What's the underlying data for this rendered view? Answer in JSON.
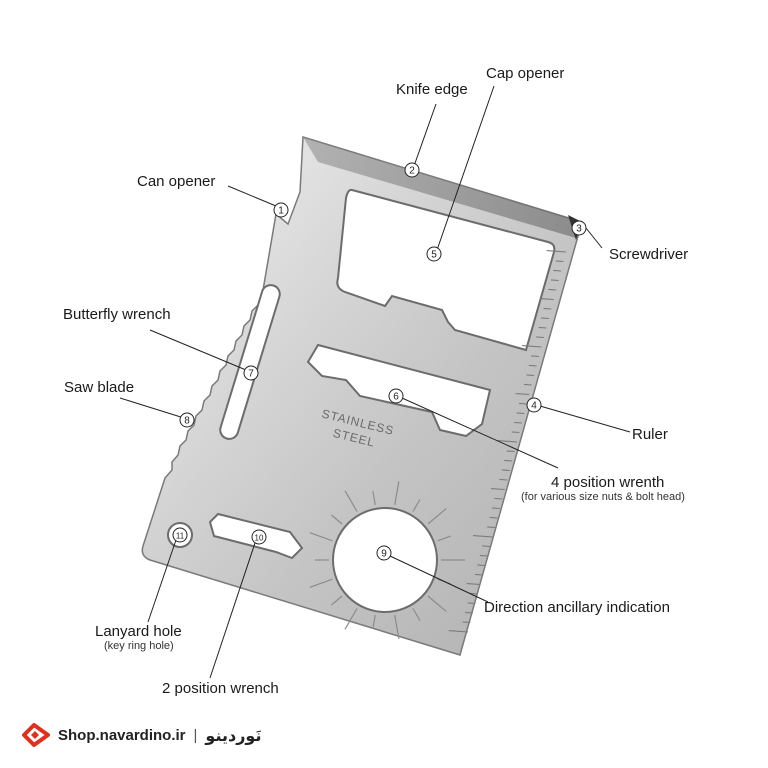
{
  "labels": {
    "knife_edge": "Knife edge",
    "cap_opener": "Cap opener",
    "can_opener": "Can opener",
    "screwdriver": "Screwdriver",
    "butterfly_wrench": "Butterfly wrench",
    "saw_blade": "Saw blade",
    "ruler": "Ruler",
    "four_position": "4 position wrenth",
    "four_position_sub": "(for various size nuts & bolt head)",
    "direction": "Direction ancillary indication",
    "lanyard": "Lanyard hole",
    "lanyard_sub": "(key ring hole)",
    "two_position": "2 position wrench"
  },
  "engraving": {
    "line1": "STAINLESS",
    "line2": "STEEL"
  },
  "markers": [
    "1",
    "2",
    "3",
    "4",
    "5",
    "6",
    "7",
    "8",
    "9",
    "10",
    "11"
  ],
  "footer": {
    "site": "Shop.navardino.ir",
    "separator": "|",
    "brand": "نَوردینو"
  },
  "colors": {
    "steel_light": "#e9e9e9",
    "steel_dark": "#9a9a9a",
    "logo_red": "#e0301e"
  }
}
